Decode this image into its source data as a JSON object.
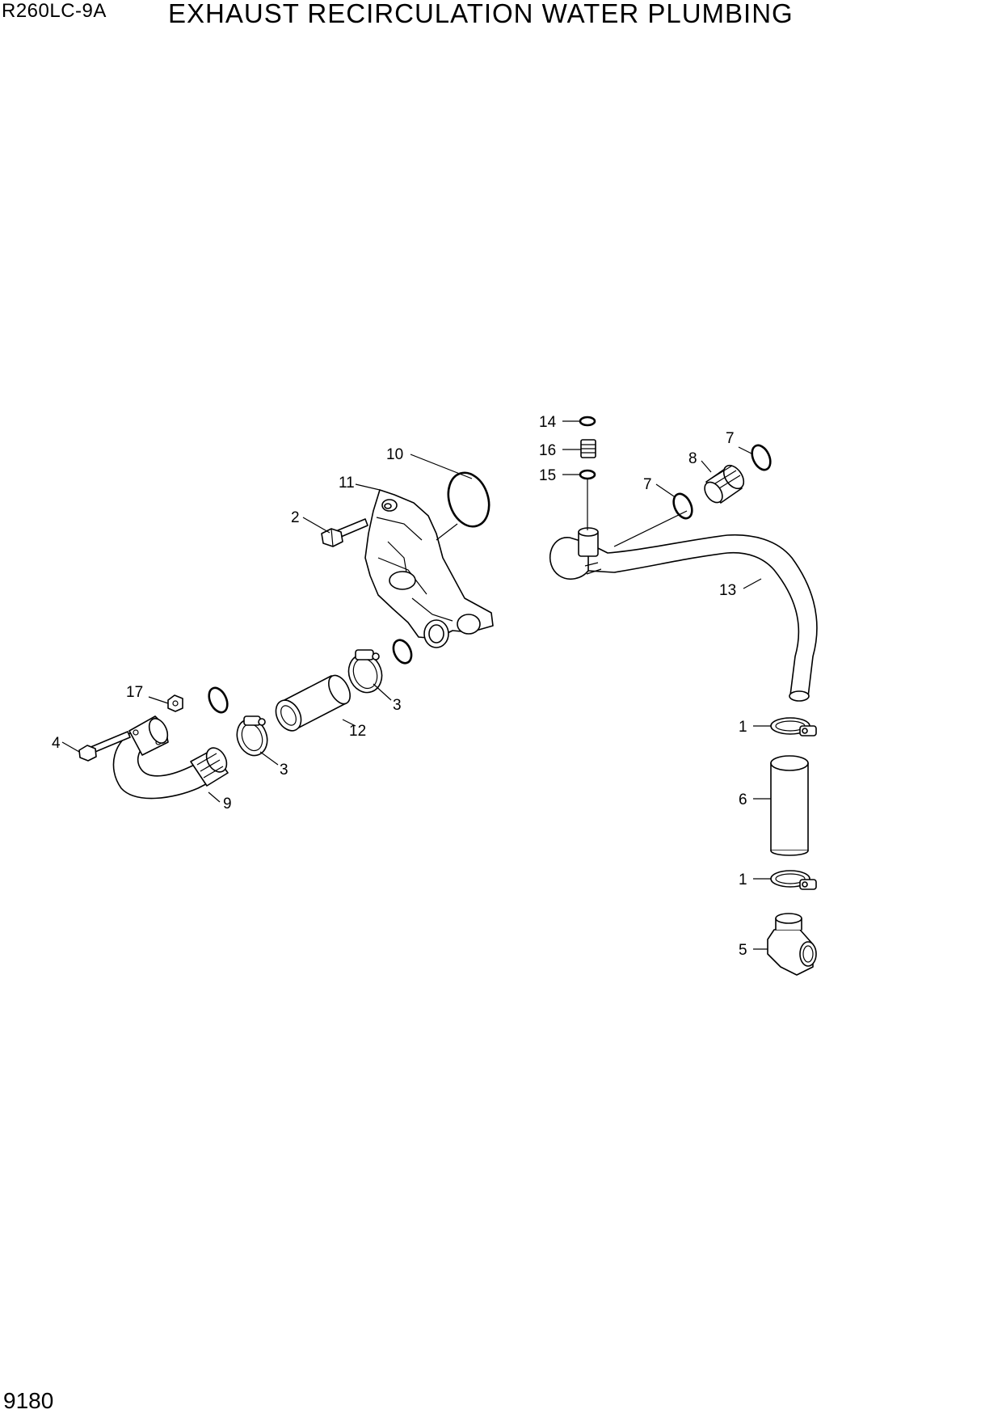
{
  "header": {
    "model": "R260LC-9A",
    "title": "EXHAUST RECIRCULATION WATER PLUMBING"
  },
  "footer": {
    "page_number": "9180"
  },
  "callouts": {
    "c1a": "1",
    "c1b": "1",
    "c2": "2",
    "c3a": "3",
    "c3b": "3",
    "c4": "4",
    "c5": "5",
    "c6": "6",
    "c7a": "7",
    "c7b": "7",
    "c8": "8",
    "c9": "9",
    "c10": "10",
    "c11": "11",
    "c12": "12",
    "c13": "13",
    "c14": "14",
    "c15": "15",
    "c16": "16",
    "c17": "17"
  }
}
